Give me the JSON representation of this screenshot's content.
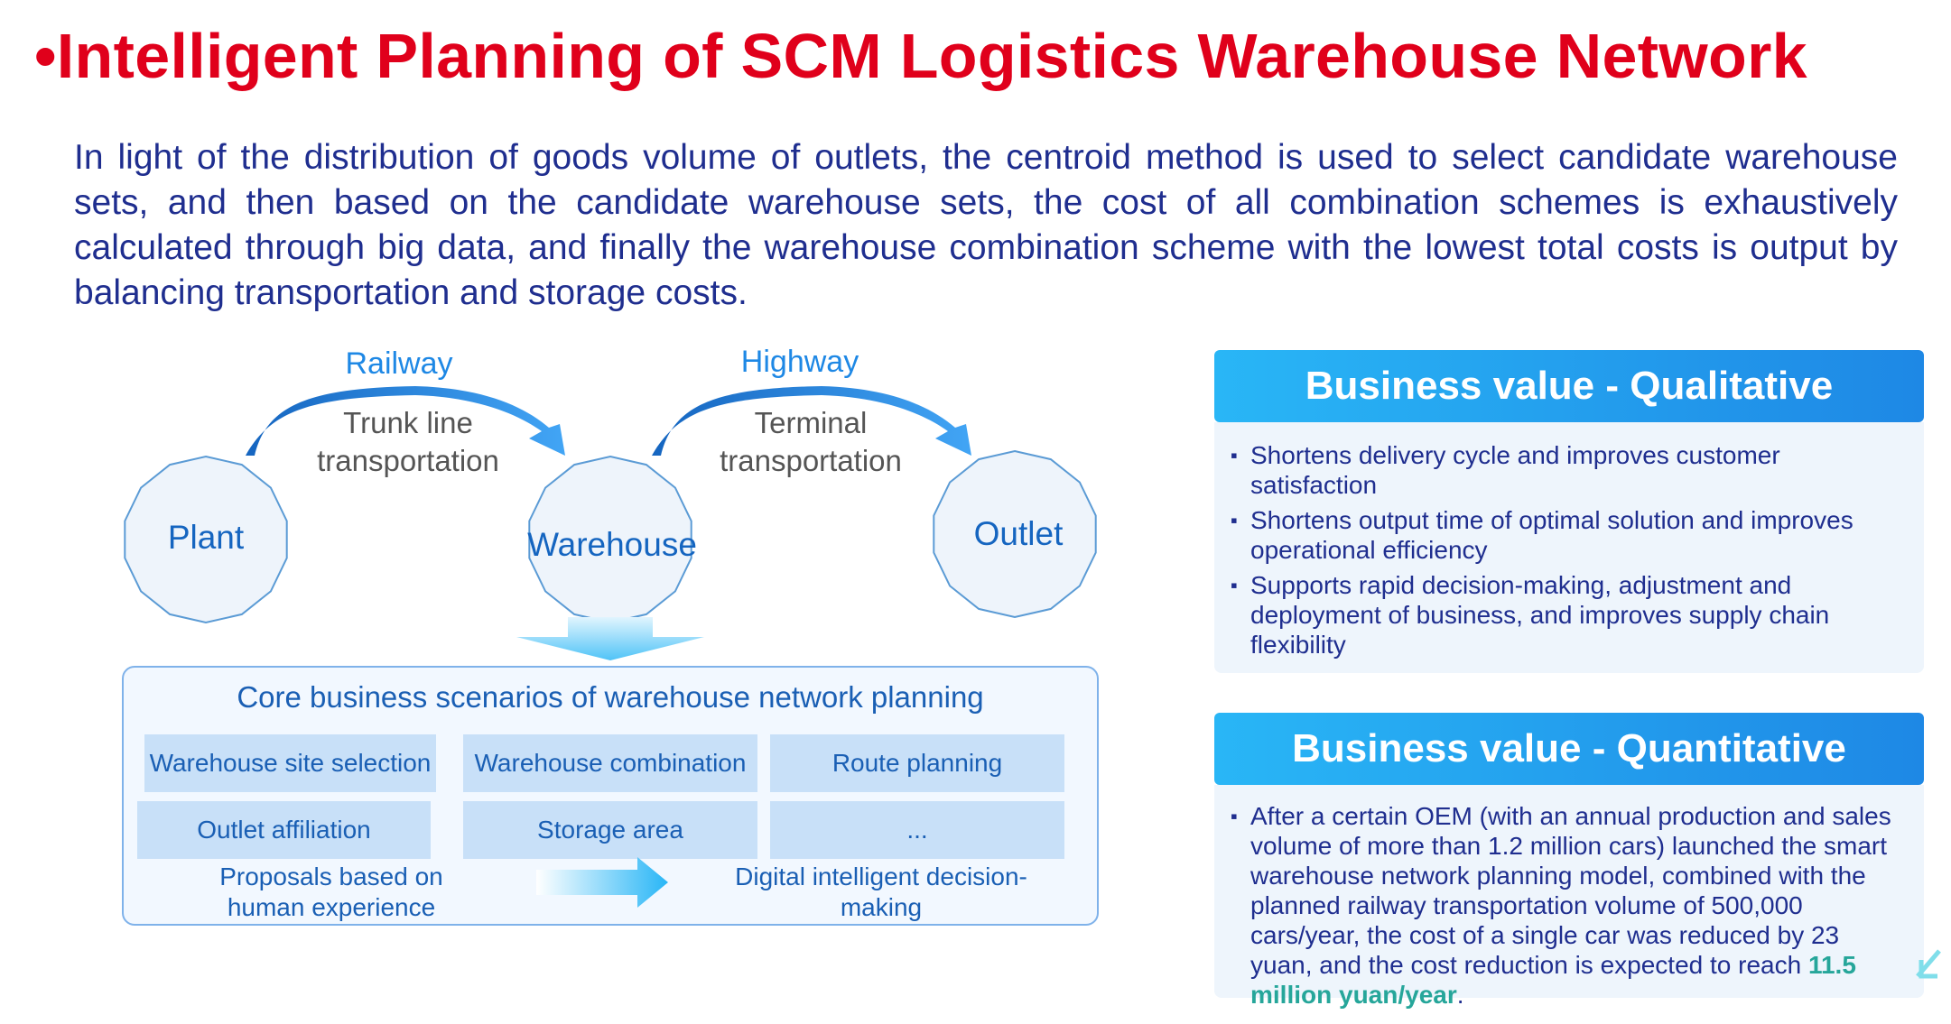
{
  "title": "•Intelligent Planning of SCM Logistics Warehouse Network",
  "intro": "In light of the distribution of goods volume of outlets, the centroid method is used to select candidate warehouse sets, and then based on the candidate warehouse sets, the cost of all combination schemes is exhaustively calculated through big data, and finally the warehouse combination scheme with the lowest total costs is output by balancing transportation and storage costs.",
  "flow": {
    "nodes": {
      "plant": "Plant",
      "warehouse": "Warehouse",
      "outlet": "Outlet"
    },
    "railway": "Railway",
    "highway": "Highway",
    "trunk_line": [
      "Trunk line",
      "transportation"
    ],
    "terminal": [
      "Terminal",
      "transportation"
    ]
  },
  "core": {
    "title": "Core business scenarios of warehouse network planning",
    "cells": [
      "Warehouse site selection",
      "Warehouse combination",
      "Route planning",
      "Outlet affiliation",
      "Storage area",
      "..."
    ],
    "from": [
      "Proposals based on",
      "human experience"
    ],
    "to": [
      "Digital intelligent decision-",
      "making"
    ]
  },
  "qualitative": {
    "heading": "Business value - Qualitative",
    "items": [
      "Shortens delivery cycle and improves customer satisfaction",
      "Shortens output time of optimal solution and improves operational efficiency",
      "Supports rapid decision-making, adjustment and deployment of business, and improves supply chain flexibility"
    ]
  },
  "quantitative": {
    "heading": "Business value - Quantitative",
    "text_before": "After a certain OEM (with an annual production and sales volume of more than 1.2 million cars) launched the smart warehouse network planning model, combined with the planned railway transportation volume of 500,000 cars/year, the cost of a single car was reduced by 23 yuan, and the cost reduction is expected to reach ",
    "highlight": "11.5 million yuan/year",
    "text_after": "."
  },
  "colors": {
    "title": "#e0001b",
    "text": "#1f2e8f",
    "node_stroke": "#5b9bd5",
    "arrow": "#1e88e5",
    "highlight": "#26a69a"
  }
}
